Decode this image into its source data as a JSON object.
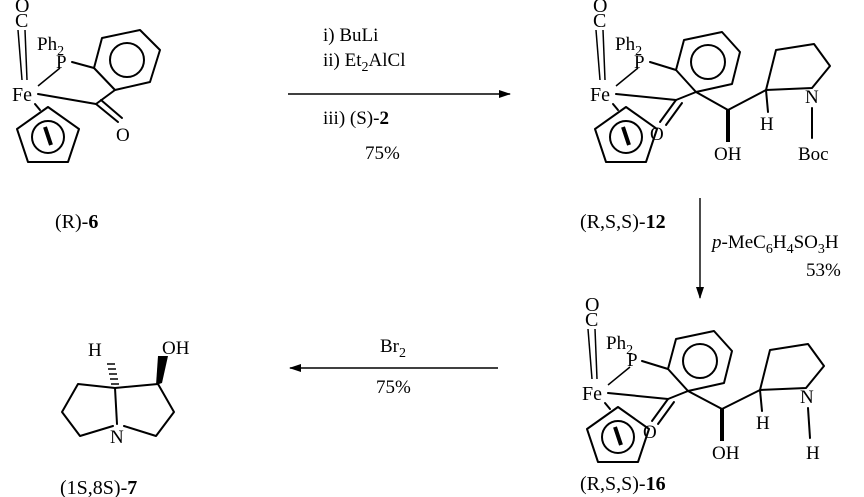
{
  "reaction1": {
    "step1": "i)  BuLi",
    "step2_pre": "ii)  Et",
    "step2_sub": "2",
    "step2_post": "AlCl",
    "step3_pre": "iii) (S)-",
    "step3_bold": "2",
    "yield": "75%"
  },
  "reaction2": {
    "reagent_pre": "p",
    "reagent_mid": "-MeC",
    "reagent_sub1": "6",
    "reagent_mid2": "H",
    "reagent_sub2": "4",
    "reagent_post": "SO",
    "reagent_sub3": "3",
    "reagent_end": "H",
    "yield": "53%"
  },
  "reaction3": {
    "reagent": "Br",
    "reagent_sub": "2",
    "yield": "75%"
  },
  "compounds": {
    "c6": {
      "prefix": "(R)-",
      "num": "6"
    },
    "c12": {
      "prefix": "(R,S,S)-",
      "num": "12"
    },
    "c16": {
      "prefix": "(R,S,S)-",
      "num": "16"
    },
    "c7": {
      "prefix": "(1S,8S)-",
      "num": "7"
    }
  },
  "atoms": {
    "C": "C",
    "O": "O",
    "Fe": "Fe",
    "P": "P",
    "Ph": "Ph",
    "Ph_sub": "2",
    "OH": "OH",
    "H": "H",
    "N": "N",
    "Boc": "Boc"
  }
}
